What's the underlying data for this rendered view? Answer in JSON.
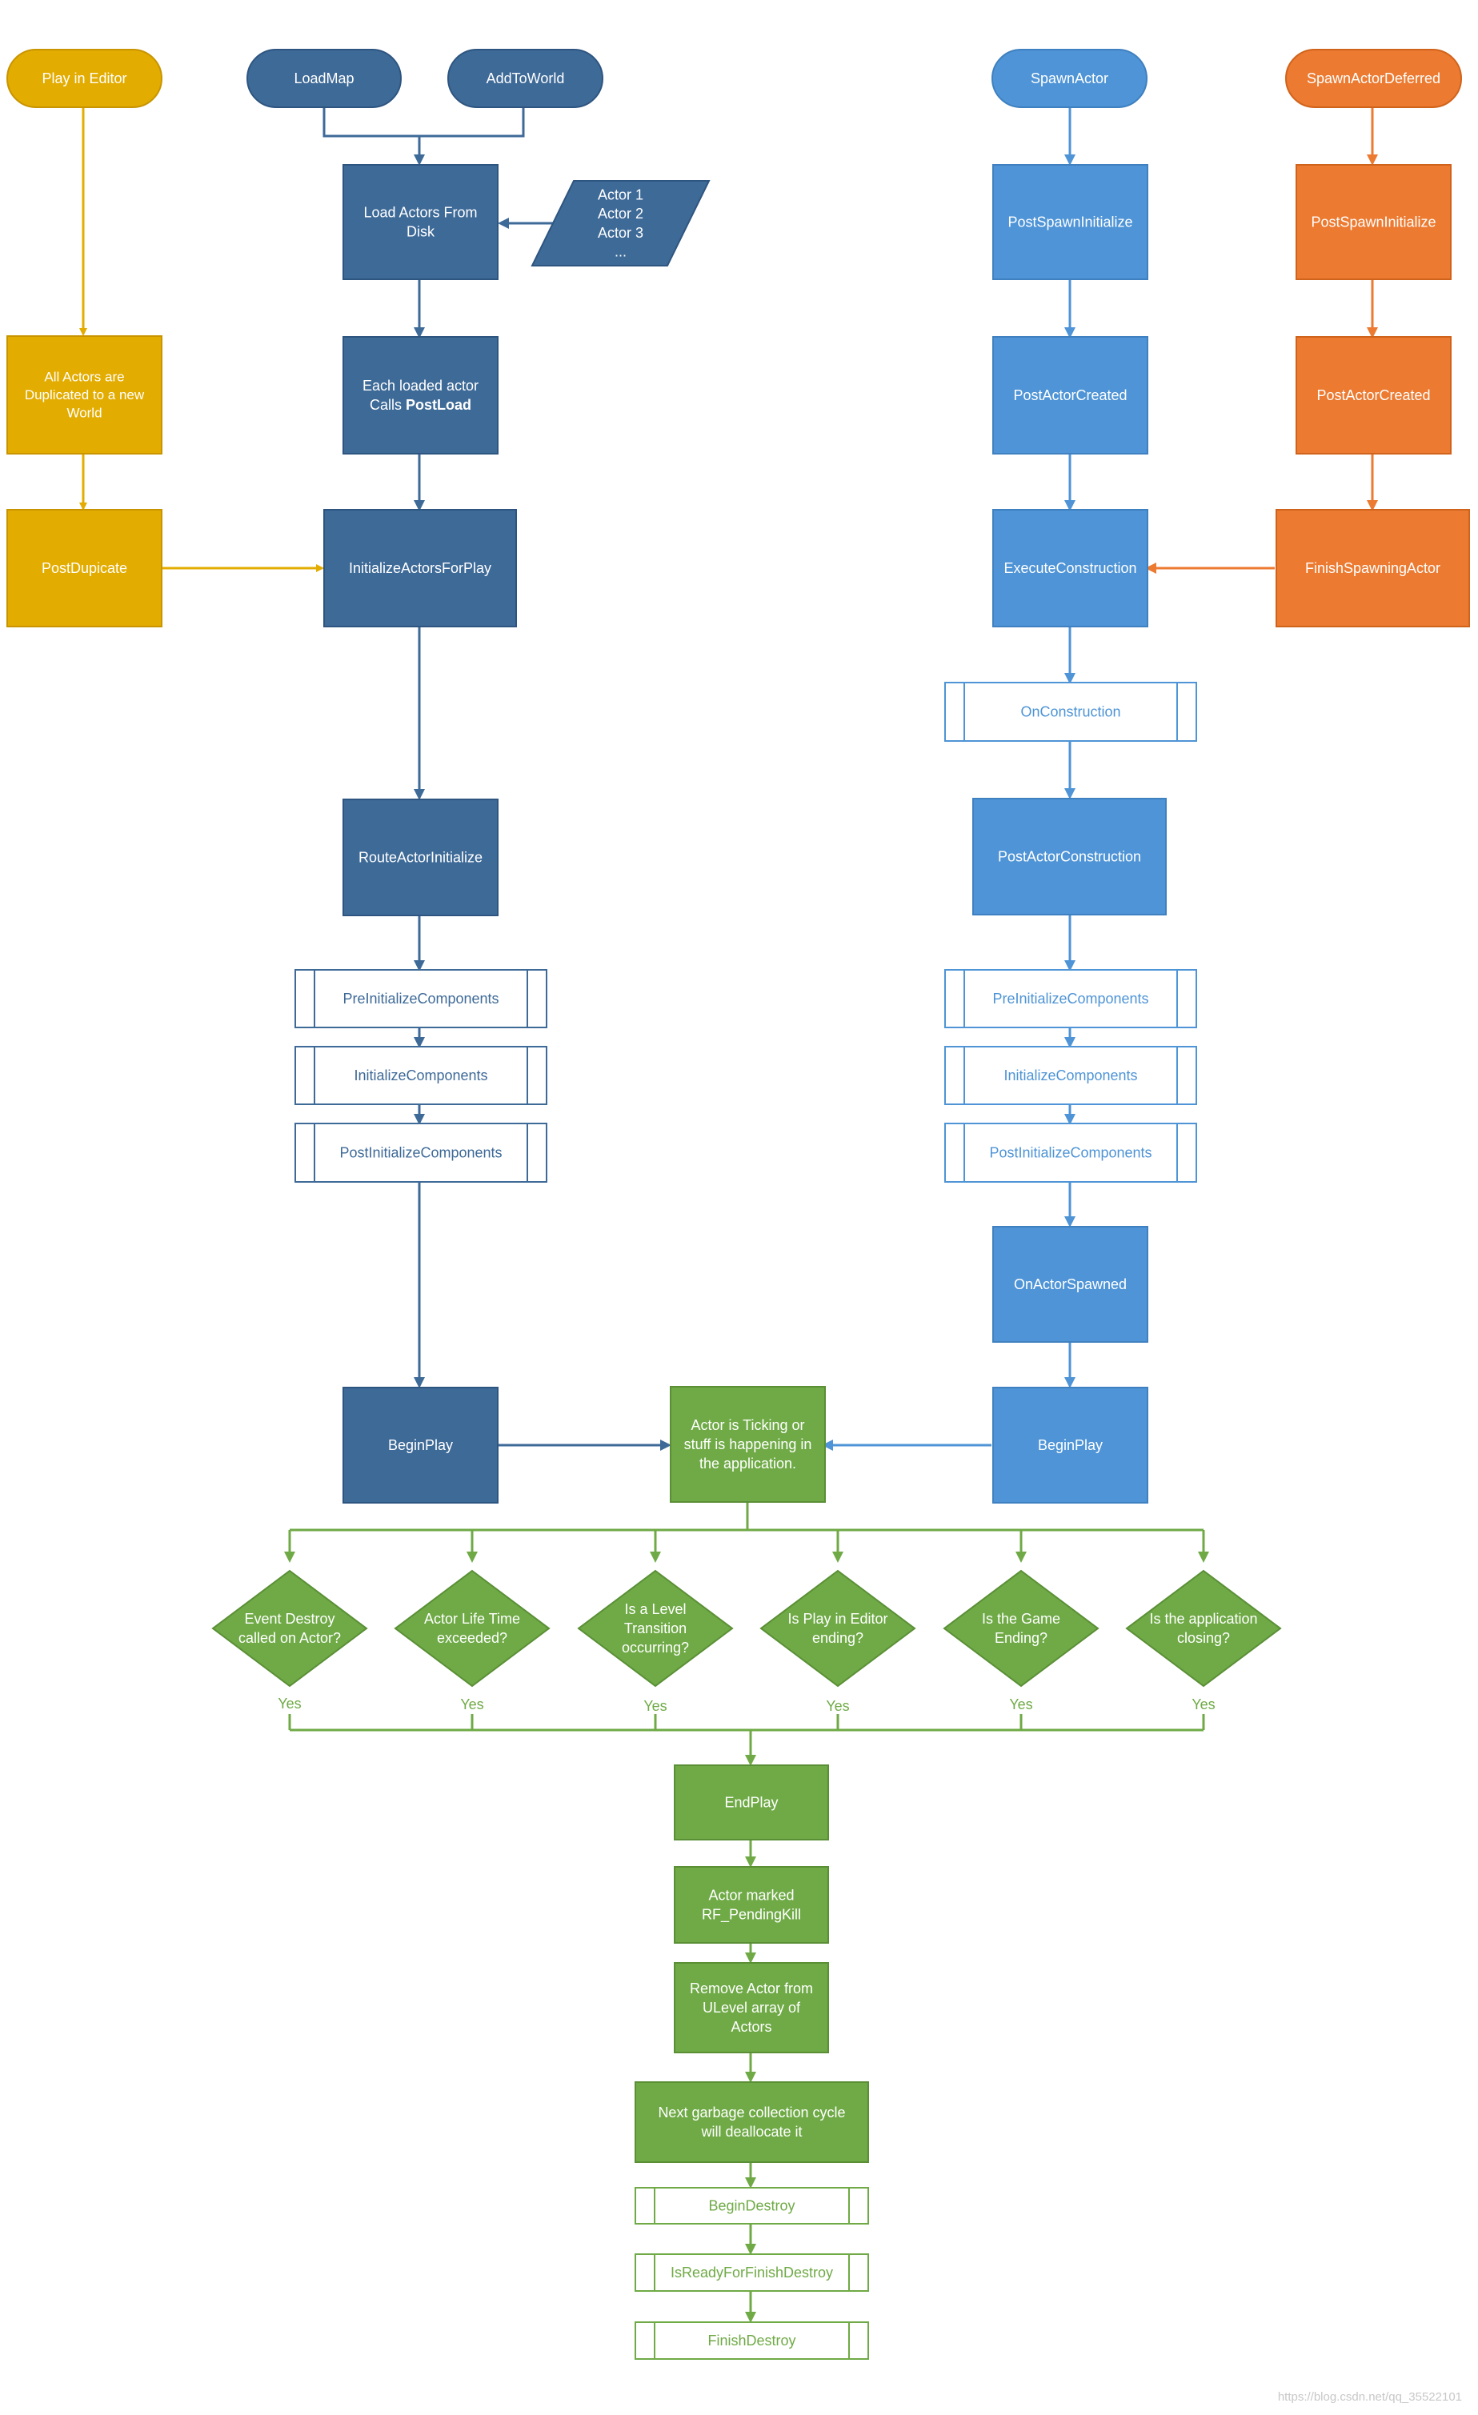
{
  "colors": {
    "yellow": "#E3AC00",
    "yellow_dark": "#C89400",
    "dark_blue": "#3E6A98",
    "dark_blue_dark": "#2E5580",
    "light_blue": "#4E94D6",
    "light_blue_dark": "#3F80C0",
    "orange": "#EC7A30",
    "orange_dark": "#D0631B",
    "green": "#6FAA46",
    "green_dark": "#5A8F36",
    "sub_border_dark": "#3E6A98",
    "sub_border_light": "#4E94D6",
    "sub_border_green": "#6FAA46",
    "text_on_fill": "#FFFFFF"
  },
  "nodes": {
    "play_in_editor": "Play in Editor",
    "load_map": "LoadMap",
    "add_to_world": "AddToWorld",
    "spawn_actor": "SpawnActor",
    "spawn_actor_deferred": "SpawnActorDeferred",
    "load_actors_from_disk": [
      "Load Actors From",
      "Disk"
    ],
    "actor_list": [
      "Actor 1",
      "Actor 2",
      "Actor 3",
      "..."
    ],
    "all_actors_duplicated": [
      "All Actors are",
      "Duplicated to a new",
      "World"
    ],
    "each_loaded_actor": [
      "Each loaded actor",
      "Calls PostLoad"
    ],
    "post_duplicate": "PostDupicate",
    "initialize_actors_for_play": "InitializeActorsForPlay",
    "route_actor_initialize": "RouteActorInitialize",
    "left_pre_initialize_components": "PreInitializeComponents",
    "left_initialize_components": "InitializeComponents",
    "left_post_initialize_components": "PostInitializeComponents",
    "left_begin_play": "BeginPlay",
    "post_spawn_initialize": "PostSpawnInitialize",
    "post_actor_created": "PostActorCreated",
    "execute_construction": "ExecuteConstruction",
    "on_construction": "OnConstruction",
    "post_actor_construction": "PostActorConstruction",
    "right_pre_initialize_components": "PreInitializeComponents",
    "right_initialize_components": "InitializeComponents",
    "right_post_initialize_components": "PostInitializeComponents",
    "on_actor_spawned": "OnActorSpawned",
    "right_begin_play": "BeginPlay",
    "deferred_post_spawn_initialize": "PostSpawnInitialize",
    "deferred_post_actor_created": "PostActorCreated",
    "finish_spawning_actor": "FinishSpawningActor",
    "actor_is_ticking": [
      "Actor is Ticking or",
      "stuff is happening in",
      "the application."
    ],
    "decision_event_destroy": [
      "Event Destroy",
      "called on Actor?"
    ],
    "decision_actor_life_time": [
      "Actor Life Time",
      "exceeded?"
    ],
    "decision_level_transition": [
      "Is a Level",
      "Transition",
      "occurring?"
    ],
    "decision_play_in_editor_ending": [
      "Is Play in Editor",
      "ending?"
    ],
    "decision_game_ending": [
      "Is the Game",
      "Ending?"
    ],
    "decision_application_closing": [
      "Is the application",
      "closing?"
    ],
    "yes_label": "Yes",
    "end_play": "EndPlay",
    "actor_marked_pending_kill": [
      "Actor marked",
      "RF_PendingKill"
    ],
    "remove_actor_from_ulevel": [
      "Remove Actor from",
      "ULevel array of",
      "Actors"
    ],
    "next_garbage_collection": [
      "Next garbage collection cycle",
      "will deallocate it"
    ],
    "begin_destroy": "BeginDestroy",
    "is_ready_for_finish_destroy": "IsReadyForFinishDestroy",
    "finish_destroy": "FinishDestroy"
  },
  "watermark": "https://blog.csdn.net/qq_35522101"
}
